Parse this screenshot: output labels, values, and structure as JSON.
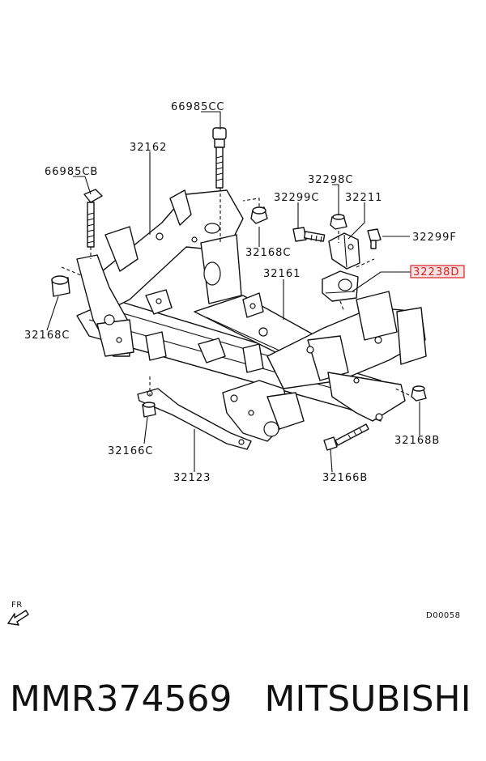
{
  "diagram": {
    "labels": {
      "p66985CC": "66985CC",
      "p32162": "32162",
      "p66985CB": "66985CB",
      "p32298C": "32298C",
      "p32299C": "32299C",
      "p32211": "32211",
      "p32168C_top": "32168C",
      "p32299F": "32299F",
      "p32161": "32161",
      "p32238D": "32238D",
      "p32168C_left": "32168C",
      "p32168B": "32168B",
      "p32166C": "32166C",
      "p32123": "32123",
      "p32166B": "32166B"
    },
    "highlight_color": "#d92020",
    "front_marker": "FR",
    "diagram_code": "D00058"
  },
  "caption": {
    "part_number": "MMR374569",
    "brand": "MITSUBISHI"
  }
}
